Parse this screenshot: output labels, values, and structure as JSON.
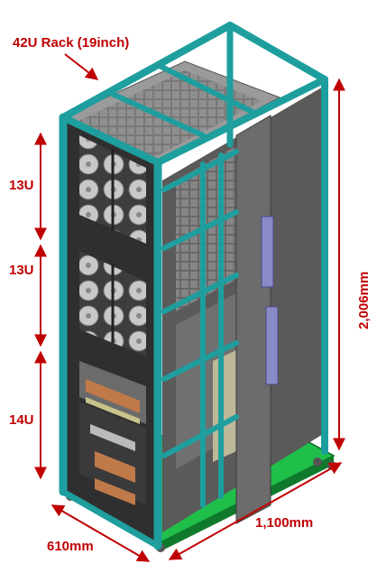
{
  "labels": {
    "rack_title": "42U Rack (19inch)",
    "section_top": "13U",
    "section_middle": "13U",
    "section_bottom": "14U",
    "height_dim": "2,006mm",
    "depth_dim": "1,100mm",
    "width_dim": "610mm"
  },
  "colors": {
    "frame": "#1e9e9e",
    "frame_dark": "#137070",
    "base": "#1fbf4a",
    "annotation": "#c00000",
    "equipment": "#4a4a4a",
    "drive": "#bfbfbf",
    "purple_pdu": "#8a8ac8",
    "copper": "#c07a4a"
  }
}
